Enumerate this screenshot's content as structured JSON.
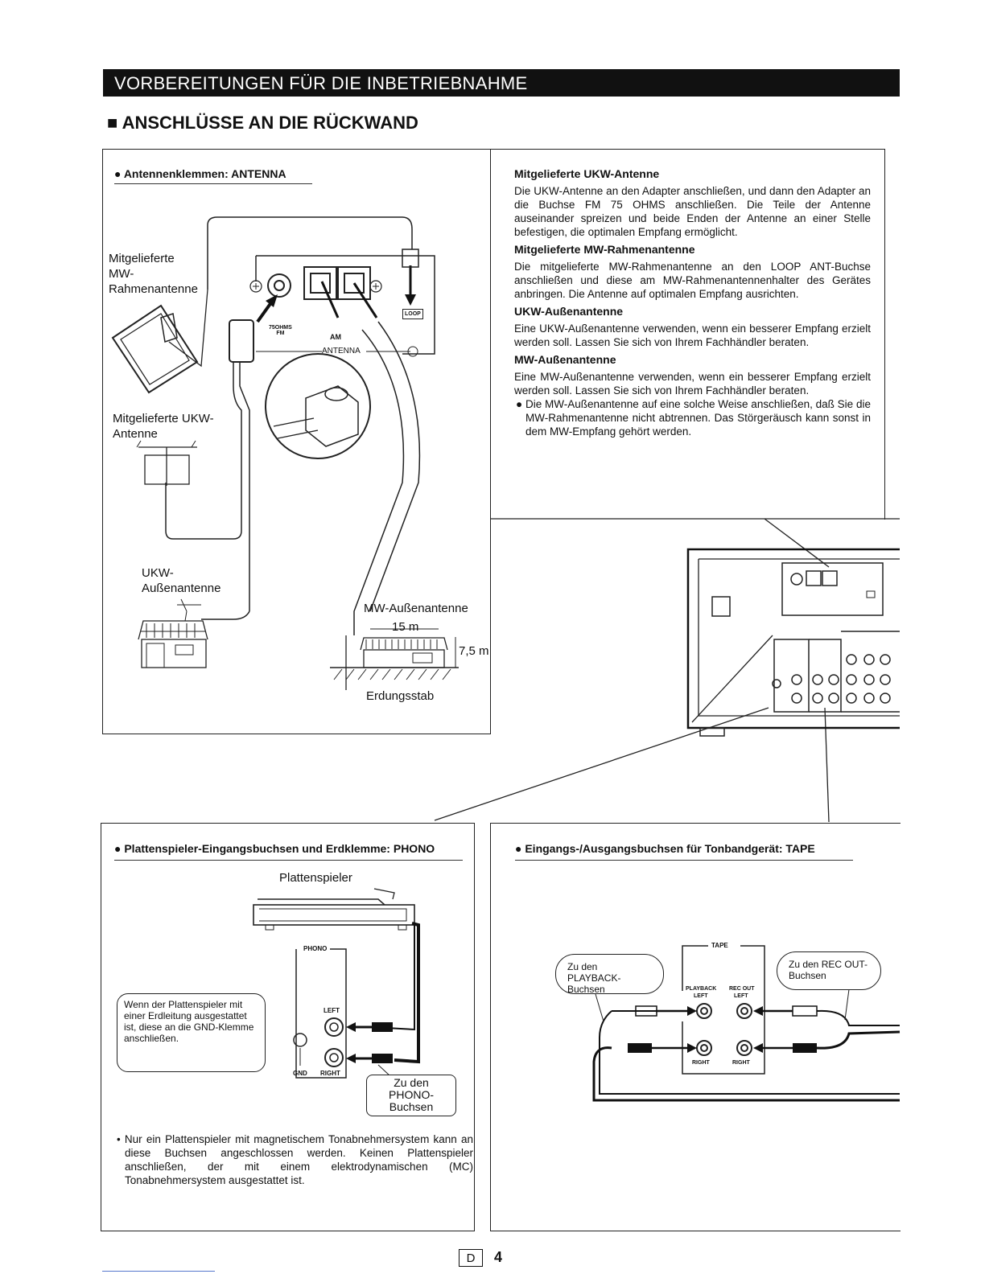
{
  "header": {
    "title": "VORBEREITUNGEN FÜR DIE INBETRIEBNAHME",
    "section": "■ ANSCHLÜSSE AN DIE RÜCKWAND"
  },
  "antenna": {
    "heading": "● Antennenklemmen: ANTENNA",
    "labels": {
      "mw_loop": "Mitgelieferte\nMW-\nRahmenantenne",
      "ukw_supplied": "Mitgelieferte UKW-\nAntenne",
      "ukw_outdoor": "UKW-\nAußenantenne",
      "mw_outdoor": "MW-Außenantenne",
      "dist_h": "15 m",
      "dist_v": "7,5 m",
      "ground": "Erdungsstab",
      "fm_terminal": "75OHMS\nFM",
      "am_terminal": "AM",
      "antenna_bar": "ANTENNA",
      "loop": "LOOP"
    },
    "text": [
      {
        "title": "Mitgelieferte UKW-Antenne",
        "body": "Die UKW-Antenne an den Adapter anschließen, und dann den Adapter an die Buchse FM 75 OHMS anschließen. Die Teile der Antenne auseinander spreizen und beide Enden der Antenne an einer Stelle befestigen, die optimalen Empfang ermöglicht."
      },
      {
        "title": "Mitgelieferte MW-Rahmenantenne",
        "body": "Die mitgelieferte MW-Rahmenantenne an den LOOP ANT-Buchse anschließen und diese am MW-Rahmenantennenhalter des Gerätes anbringen. Die Antenne auf optimalen Empfang ausrichten."
      },
      {
        "title": "UKW-Außenantenne",
        "body": "Eine UKW-Außenantenne verwenden, wenn ein besserer Empfang erzielt werden soll. Lassen Sie sich von Ihrem Fachhändler beraten."
      },
      {
        "title": "MW-Außenantenne",
        "body": "Eine MW-Außenantenne verwenden, wenn ein besserer Empfang erzielt werden soll. Lassen Sie sich von Ihrem Fachhändler beraten."
      }
    ],
    "bullet": "● Die MW-Außenantenne auf eine solche Weise anschließen, daß Sie die MW-Rahmenantenne nicht abtrennen. Das Störgeräusch kann sonst in dem MW-Empfang gehört werden."
  },
  "phono": {
    "heading": "● Plattenspieler-Eingangsbuchsen und Erdklemme: PHONO",
    "turntable_label": "Plattenspieler",
    "panel_label": "PHONO",
    "left": "LEFT",
    "right": "RIGHT",
    "gnd": "GND",
    "callout_gnd": "Wenn der Plattenspieler mit einer Erdleitung ausgestattet ist, diese an die GND-Klemme anschließen.",
    "callout_jacks": "Zu den\nPHONO-\nBuchsen",
    "note": "• Nur ein Plattenspieler mit magnetischem Tonabnehmersystem kann an diese Buchsen angeschlossen werden. Keinen Plattenspieler anschließen, der mit einem elektrodynamischen (MC) Tonabnehmersystem ausgestattet ist."
  },
  "tape": {
    "heading": "● Eingangs-/Ausgangsbuchsen für Tonbandgerät: TAPE",
    "panel_label": "TAPE",
    "callout_playback": "Zu den PLAYBACK-\nBuchsen",
    "callout_recout": "Zu den REC OUT-\nBuchsen",
    "playback": "PLAYBACK",
    "recout": "REC OUT",
    "left": "LEFT",
    "right": "RIGHT"
  },
  "footer": {
    "lang": "D",
    "page": "4"
  }
}
